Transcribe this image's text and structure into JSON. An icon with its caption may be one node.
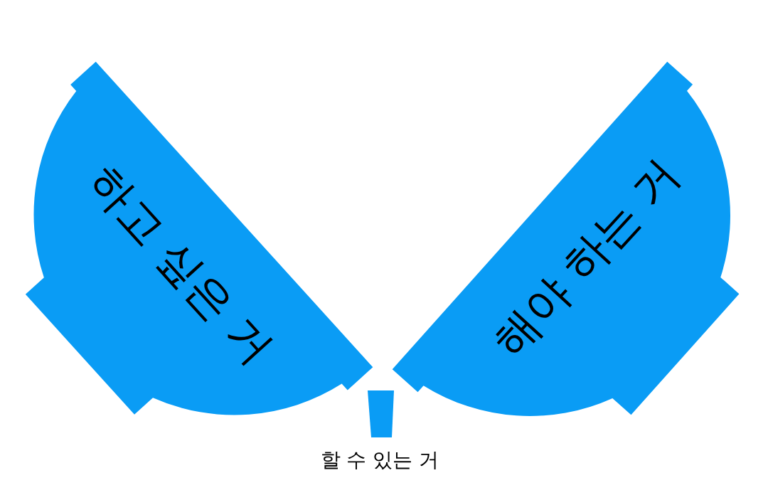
{
  "diagram": {
    "nodes": [
      {
        "text": [
          "하고 싶은 거"
        ]
      },
      {
        "text": [
          "해야 하는 거"
        ]
      },
      {
        "text": [
          "할 수 있는 거"
        ]
      }
    ]
  }
}
